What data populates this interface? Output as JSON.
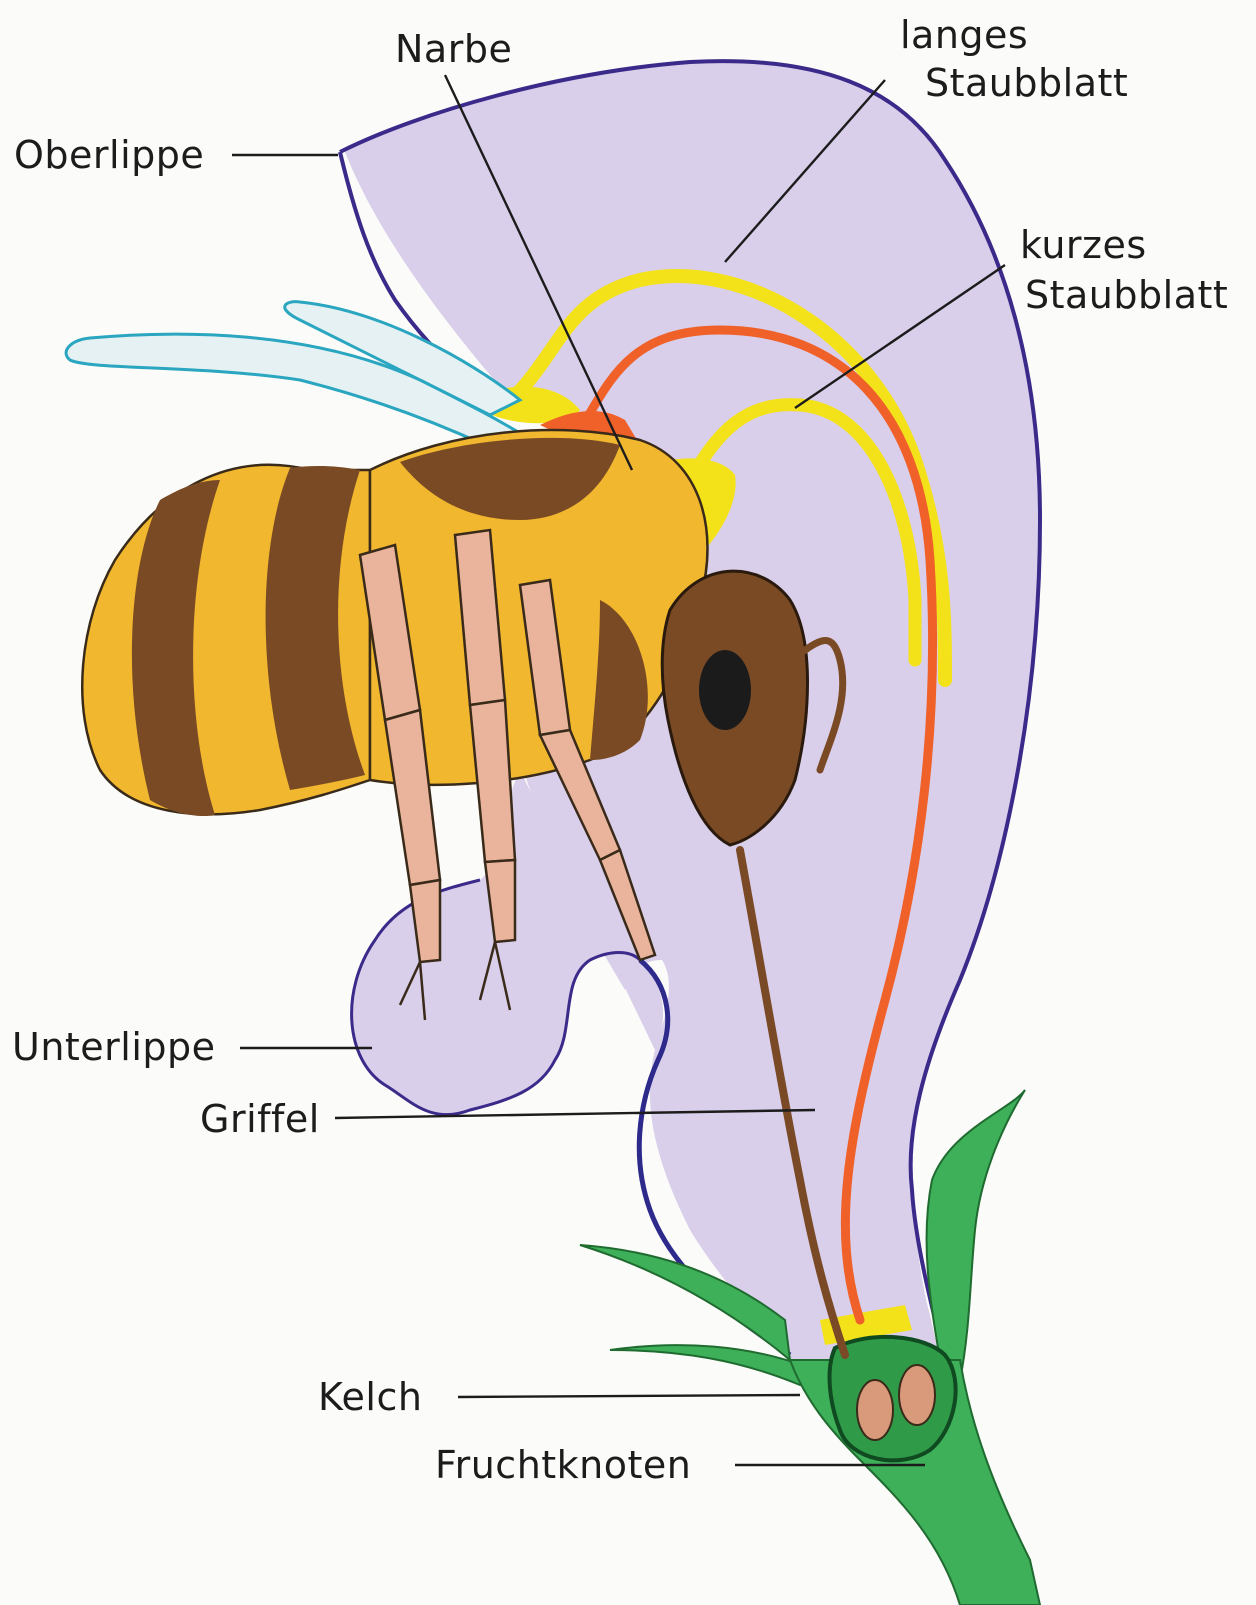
{
  "labels": {
    "narbe": "Narbe",
    "langes_line1": "langes",
    "langes_line2": "Staubblatt",
    "oberlippe": "Oberlippe",
    "kurzes_line1": "kurzes",
    "kurzes_line2": "Staubblatt",
    "unterlippe": "Unterlippe",
    "griffel": "Griffel",
    "kelch": "Kelch",
    "fruchtknoten": "Fruchtknoten"
  },
  "colors": {
    "corolla_fill": "#d9cfea",
    "corolla_outline": "#2d2a8c",
    "upper_outline": "#3b2a8a",
    "stamen_yellow": "#f3e21a",
    "stamen_orange": "#f0612a",
    "sepal_green": "#3fb05a",
    "ovary_green": "#1f8a3a",
    "ovule_fill": "#d89a7a",
    "style_brown": "#7a4a26",
    "bee_brown": "#7a4a25",
    "bee_yellow": "#f1b72e",
    "wing_fill": "#e6f1f3",
    "wing_outline": "#2aa6c0",
    "leg_fill": "#e9b49b",
    "eye_black": "#1b1b1b"
  }
}
